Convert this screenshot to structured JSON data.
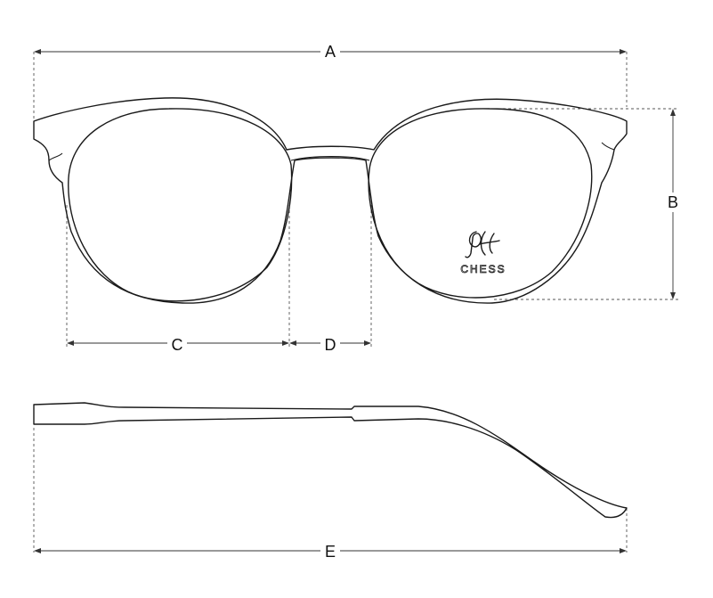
{
  "dimensions": {
    "a": "A",
    "b": "B",
    "c": "C",
    "d": "D",
    "e": "E"
  },
  "brand": {
    "name": "CHESS",
    "logo_icon": "chess-monogram-logo"
  },
  "colors": {
    "stroke": "#1a1a1a",
    "background": "#ffffff"
  }
}
